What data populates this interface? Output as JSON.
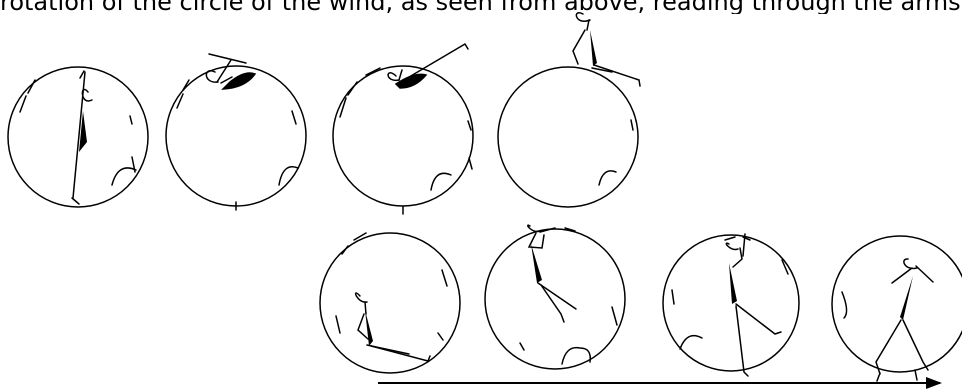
{
  "caption_fragment": "rotation of the circle of the wind, as seen from above, reading through the arms, legs and a figure in the sequence",
  "diagram": {
    "frame_count": 8,
    "sequence_arrow": "left-to-right",
    "colors": {
      "stroke": "#000000",
      "fill": "#000000",
      "background": "#ffffff"
    }
  }
}
